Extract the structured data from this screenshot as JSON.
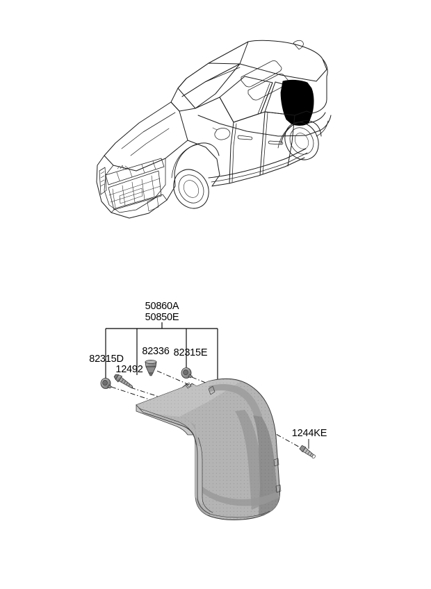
{
  "diagram": {
    "title": "Rear Wheel Guard / Quarter Garnish Exploded Parts Diagram",
    "vehicle_view_name": "Kia Niro three-quarter front-left isometric line drawing",
    "highlight_region_name": "rear quarter C-pillar garnish highlighted in black",
    "background_color": "#ffffff",
    "line_color": "#1a1a1a",
    "part_body_color": "#b0b0b0",
    "part_shadow_color": "#808080",
    "part_highlight_color": "#c8c8c8",
    "highlight_fill": "#000000"
  },
  "labels": {
    "assembly_primary": "50860A",
    "assembly_secondary": "50850E",
    "clip_left": "82315D",
    "screw_left": "12492",
    "bolt_center": "82336",
    "clip_right": "82315E",
    "screw_right": "1244KE"
  },
  "parts": [
    {
      "number": "50860A",
      "name": "rear-wheel-guard-assembly-rh",
      "kind": "garnish-panel"
    },
    {
      "number": "50850E",
      "name": "rear-wheel-guard-assembly-lh",
      "kind": "garnish-panel"
    },
    {
      "number": "82315D",
      "name": "grommet-clip-left",
      "kind": "clip"
    },
    {
      "number": "12492",
      "name": "tapping-screw-left",
      "kind": "screw"
    },
    {
      "number": "82336",
      "name": "flange-bolt-center",
      "kind": "bolt"
    },
    {
      "number": "82315E",
      "name": "grommet-clip-right",
      "kind": "clip"
    },
    {
      "number": "1244KE",
      "name": "tapping-screw-right",
      "kind": "screw"
    }
  ]
}
